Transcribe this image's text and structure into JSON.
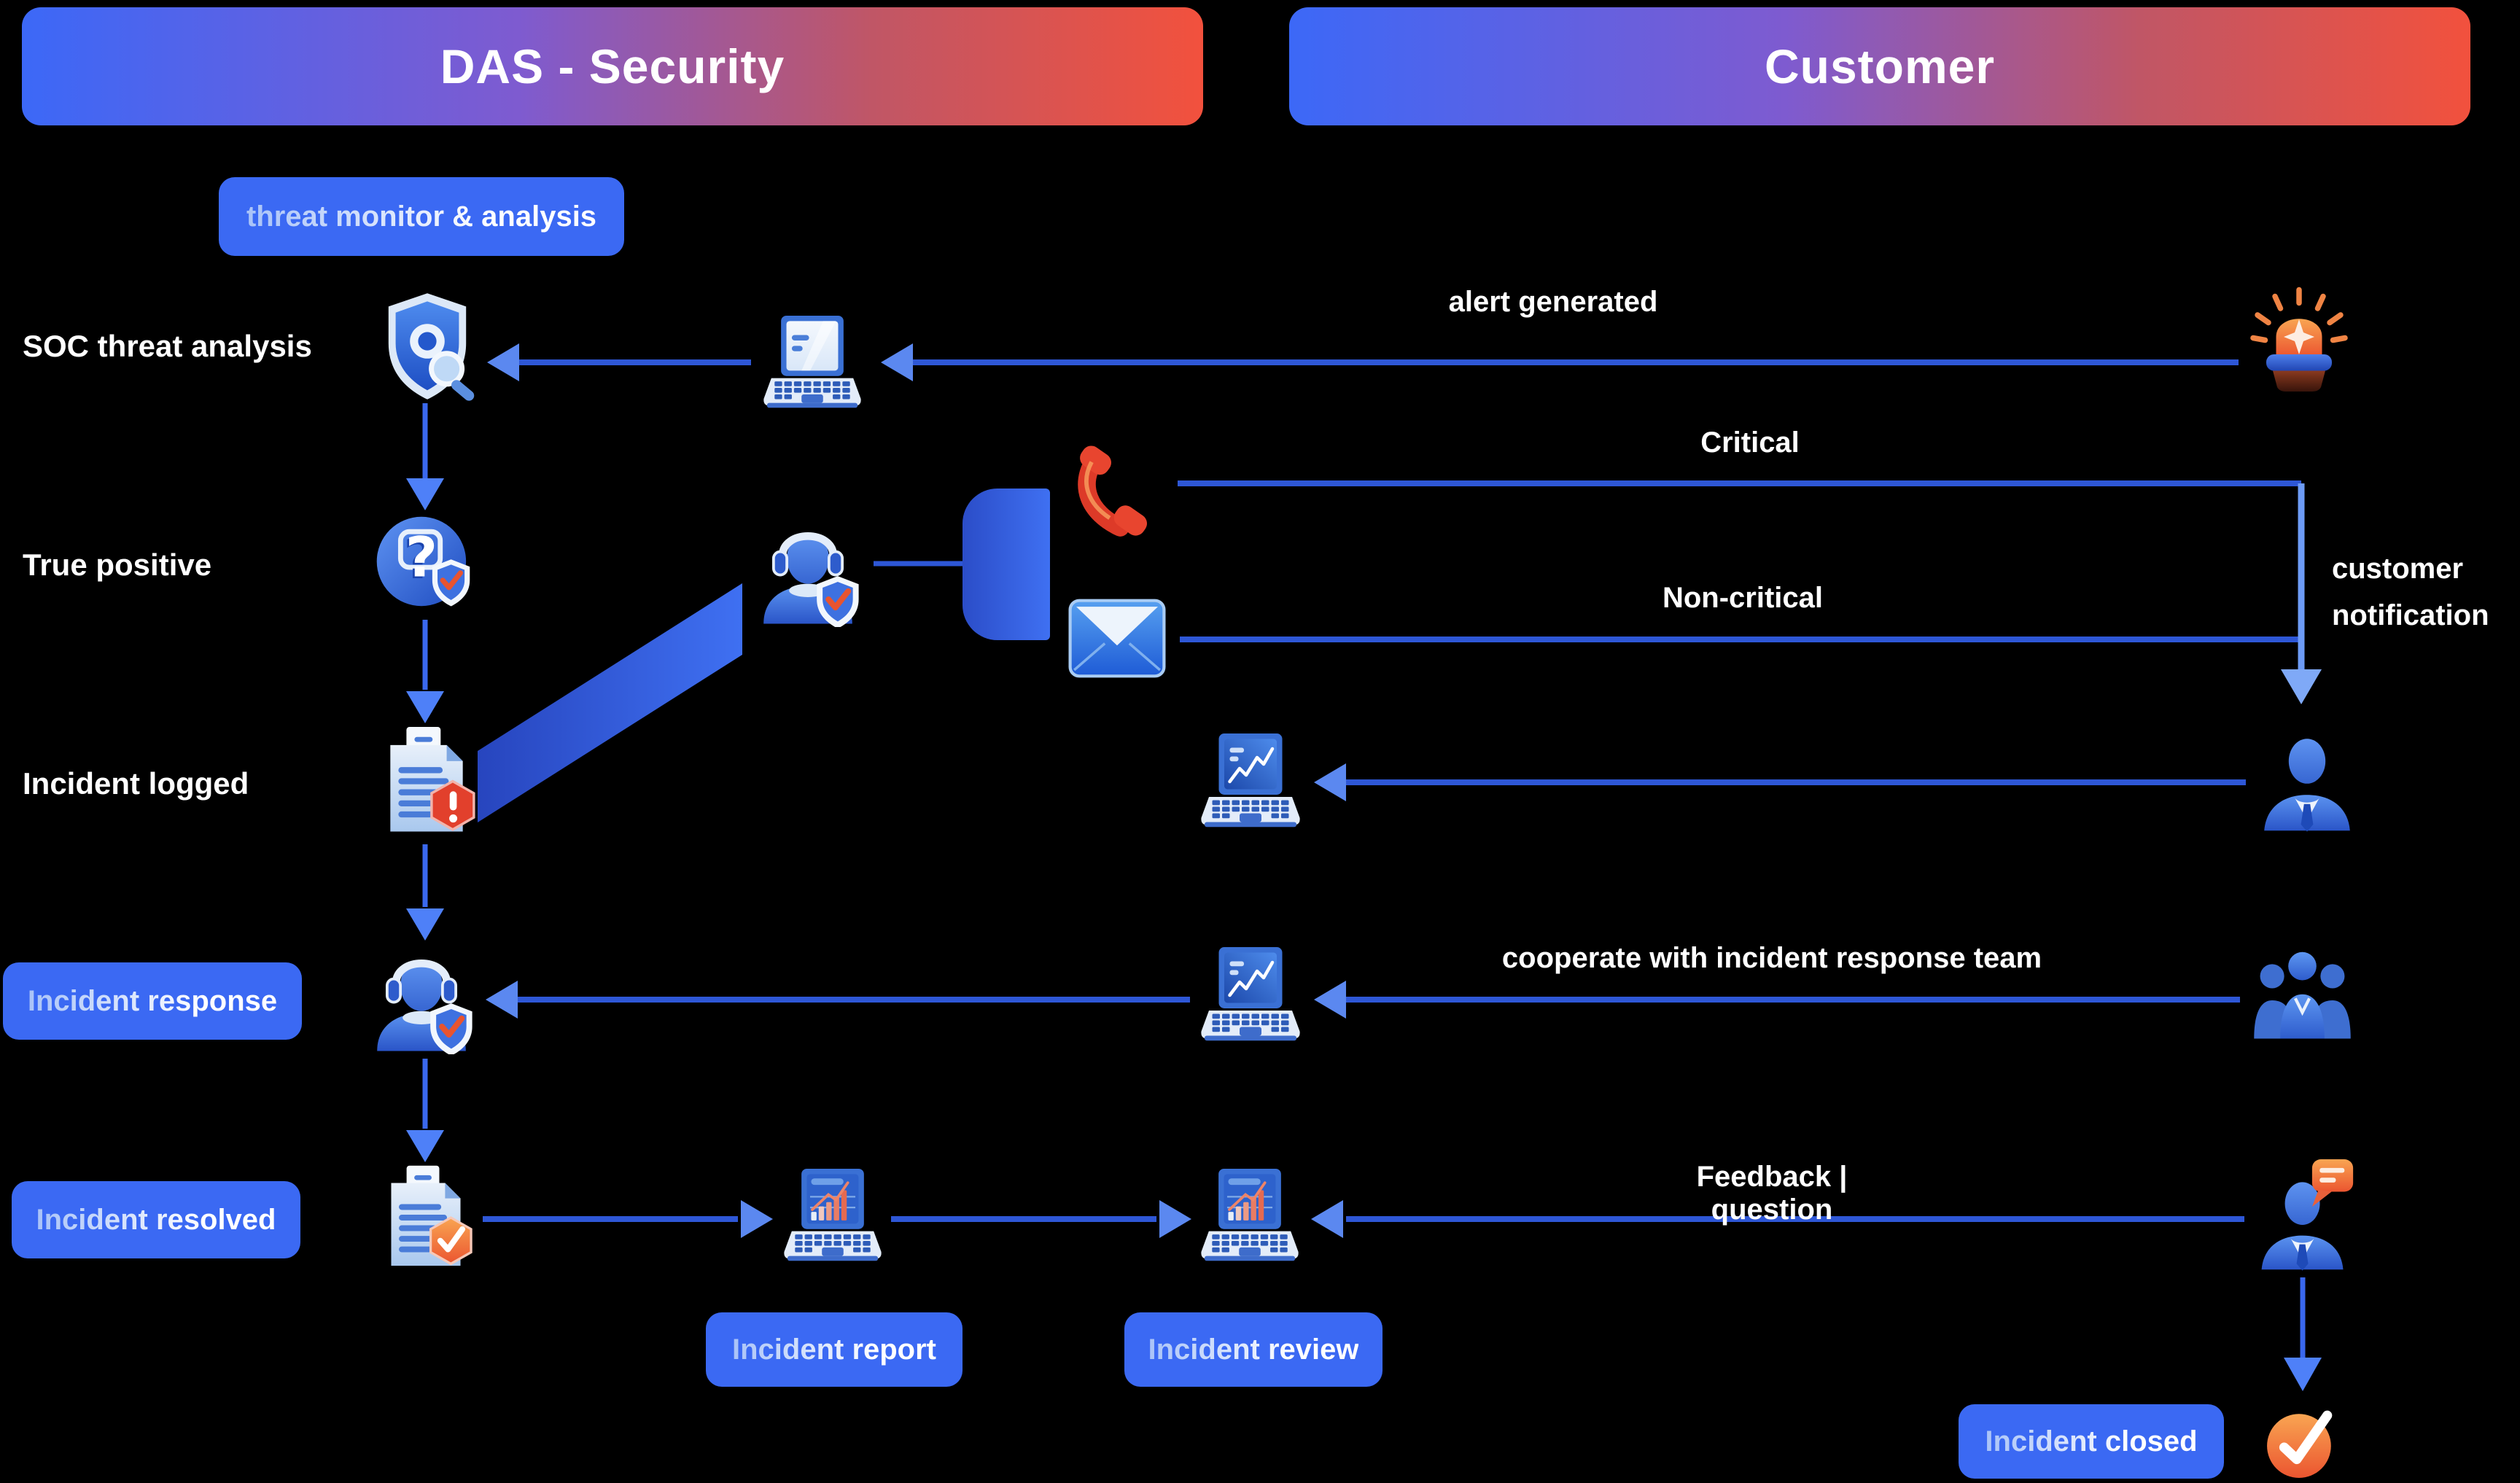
{
  "headers": {
    "left": "DAS - Security",
    "right": "Customer"
  },
  "process_chips": {
    "threat_monitor": "threat monitor & analysis",
    "incident_response": "Incident response",
    "incident_resolved": "Incident resolved",
    "incident_report": "Incident report",
    "incident_review": "Incident review",
    "incident_closed": "Incident closed"
  },
  "step_labels": {
    "soc_threat_analysis": "SOC threat analysis",
    "true_positive": "True positive",
    "incident_logged": "Incident logged"
  },
  "edge_labels": {
    "alert_generated": "alert generated",
    "critical": "Critical",
    "non_critical": "Non-critical",
    "customer_notification": "customer notification",
    "cooperate": "cooperate with incident response team",
    "feedback": "Feedback | question"
  },
  "icons": [
    "shield-analysis-icon",
    "analyst-laptop-icon",
    "alert-siren-icon",
    "question-verify-icon",
    "support-agent-icon",
    "phone-icon",
    "email-icon",
    "incident-document-icon",
    "customer-person-icon",
    "status-laptop-icon",
    "response-agent-icon",
    "cooperate-laptop-icon",
    "team-group-icon",
    "resolved-document-icon",
    "report-laptop-icon",
    "review-laptop-icon",
    "feedback-person-icon",
    "closed-check-icon"
  ],
  "edges": [
    {
      "from": "alert-siren",
      "to": "analyst-laptop",
      "label": "alert generated"
    },
    {
      "from": "analyst-laptop",
      "to": "shield-analysis",
      "label": ""
    },
    {
      "from": "shield-analysis",
      "to": "question-verify",
      "label": ""
    },
    {
      "from": "question-verify",
      "to": "incident-document",
      "label": ""
    },
    {
      "from": "incident-document",
      "to": "response-agent",
      "label": ""
    },
    {
      "from": "support-agent",
      "to": "notification-channels",
      "label": ""
    },
    {
      "from": "phone",
      "to": "customer-person",
      "label": "Critical"
    },
    {
      "from": "email",
      "to": "customer-person",
      "label": "Non-critical"
    },
    {
      "from": "customer-person",
      "to": "status-laptop",
      "label": ""
    },
    {
      "from": "team-group",
      "to": "cooperate-laptop",
      "label": "cooperate with incident response team"
    },
    {
      "from": "cooperate-laptop",
      "to": "response-agent",
      "label": ""
    },
    {
      "from": "response-agent",
      "to": "resolved-document",
      "label": ""
    },
    {
      "from": "resolved-document",
      "to": "report-laptop",
      "label": ""
    },
    {
      "from": "report-laptop",
      "to": "review-laptop",
      "label": ""
    },
    {
      "from": "feedback-person",
      "to": "review-laptop",
      "label": "Feedback | question"
    },
    {
      "from": "feedback-person",
      "to": "closed-check",
      "label": ""
    }
  ],
  "colors": {
    "background": "#000000",
    "chip_blue": "#3B69F3",
    "gradient_start": "#3C68F7",
    "gradient_end": "#F2513D",
    "line_blue": "#2E57D6",
    "arrow_blue": "#5B88F0",
    "alert_orange": "#EE5A32"
  }
}
